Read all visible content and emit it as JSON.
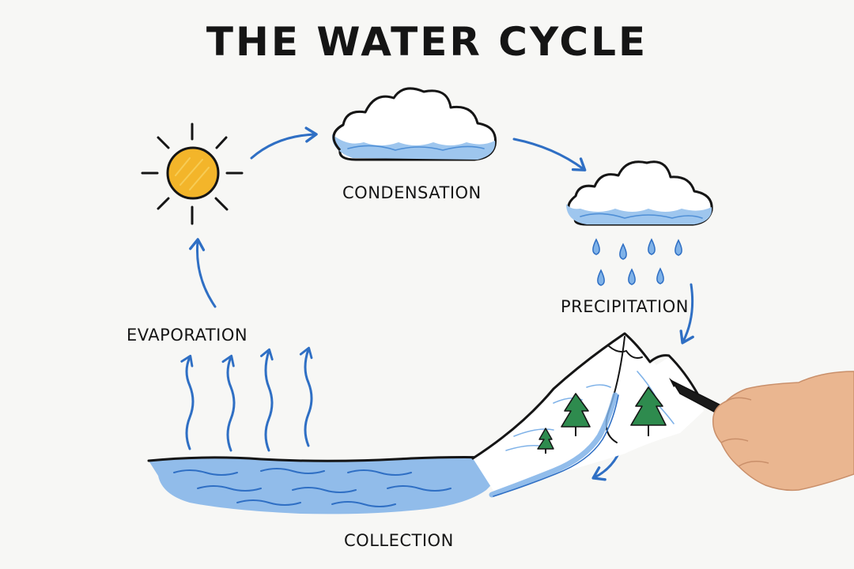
{
  "title": "THE WATER CYCLE",
  "stages": {
    "condensation": "CONDENSATION",
    "precipitation": "PRECIPITATION",
    "evaporation": "EVAPORATION",
    "collection": "COLLECTION"
  },
  "colors": {
    "ink": "#151515",
    "arrow_blue": "#2f6fc4",
    "cloud_blue": "#9ec6ee",
    "water_blue": "#7fb2e8",
    "sun_yellow": "#f3b52a",
    "tree_green": "#2e8b4e",
    "skin": "#eab690",
    "background": "#f7f7f5"
  },
  "icons": [
    "sun-icon",
    "cloud-icon",
    "raincloud-icon",
    "raindrop-icon",
    "mountain-icon",
    "tree-icon",
    "hand-icon",
    "marker-icon"
  ]
}
